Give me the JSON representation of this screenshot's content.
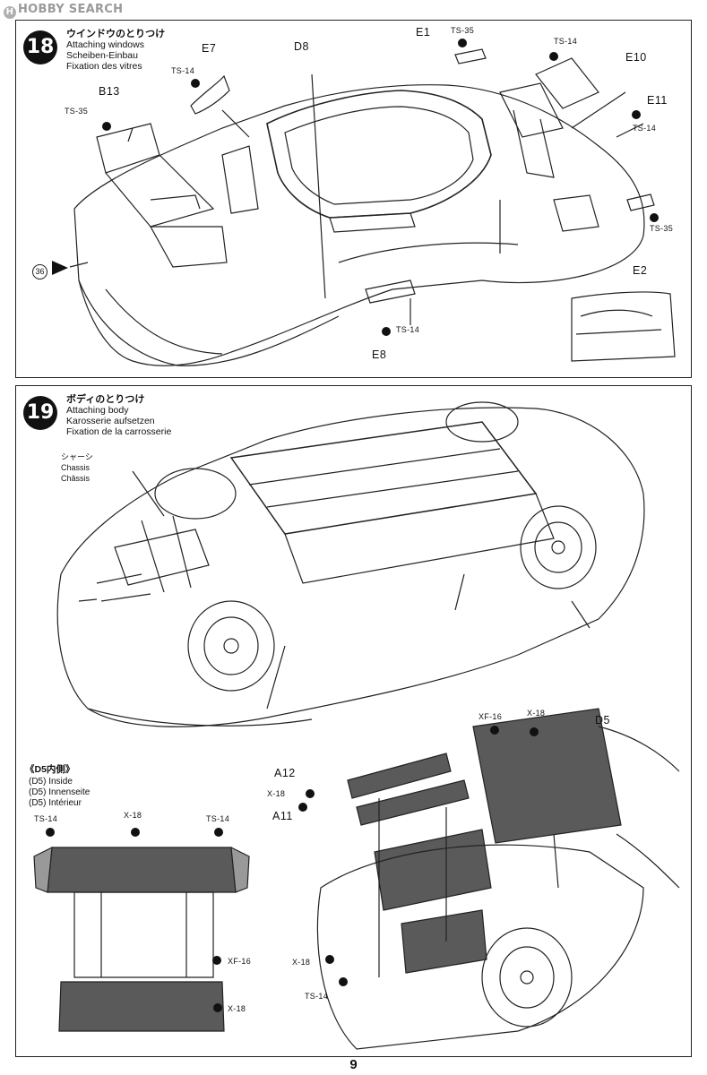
{
  "watermark": {
    "mark": "H",
    "text": "HOBBY SEARCH"
  },
  "step18": {
    "number": "18",
    "title_jp": "ウインドウのとりつけ",
    "title_en": "Attaching windows",
    "title_de": "Scheiben-Einbau",
    "title_fr": "Fixation des vitres",
    "labels": {
      "d8": "D8",
      "e7": "E7",
      "b13": "B13",
      "e1": "E1",
      "e10": "E10",
      "e11": "E11",
      "e2": "E2",
      "e8": "E8",
      "circle36": "36"
    },
    "tags": {
      "ts14_a": "TS-14",
      "ts35_a": "TS-35",
      "ts35_b": "TS-35",
      "ts14_b": "TS-14",
      "ts14_c": "TS-14",
      "ts35_c": "TS-35",
      "ts14_d": "TS-14"
    }
  },
  "step19": {
    "number": "19",
    "title_jp": "ボディのとりつけ",
    "title_en": "Attaching body",
    "title_de": "Karosserie aufsetzen",
    "title_fr": "Fixation de la carrosserie",
    "chassis_jp": "シャーシ",
    "chassis_de": "Chassis",
    "chassis_fr": "Châssis",
    "inside": {
      "title": "《D5内側》",
      "en": "(D5) Inside",
      "de": "(D5) Innenseite",
      "fr": "(D5) Intérieur",
      "ts14_left": "TS-14",
      "x18_top": "X-18",
      "ts14_right": "TS-14",
      "xf16": "XF-16",
      "x18_bottom": "X-18"
    },
    "labels": {
      "d5": "D5",
      "a12": "A12",
      "a11": "A11"
    },
    "tags": {
      "xf16": "XF-16",
      "x18_top": "X-18",
      "x18_left": "X-18",
      "x18_bl": "X-18",
      "ts14_bl": "TS-14"
    }
  },
  "colors": {
    "paint_dark": "#5a5a5a",
    "paint_mid": "#777777",
    "line": "#222222"
  },
  "page_number": "9"
}
